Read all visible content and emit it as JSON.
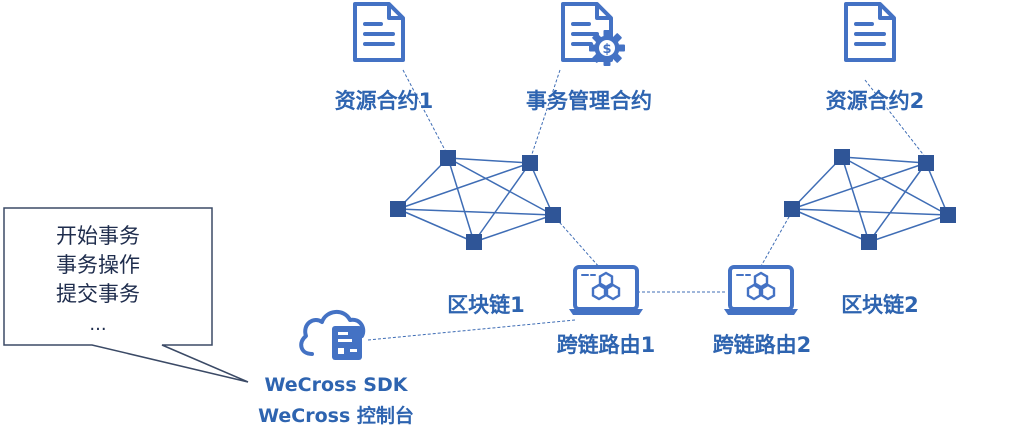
{
  "contracts": {
    "resource1": "资源合约1",
    "tx_manager": "事务管理合约",
    "resource2": "资源合约2"
  },
  "chains": {
    "chain1": "区块链1",
    "chain2": "区块链2"
  },
  "routers": {
    "router1": "跨链路由1",
    "router2": "跨链路由2"
  },
  "sdk": {
    "line1": "WeCross SDK",
    "line2": "WeCross 控制台"
  },
  "bubble": {
    "lines": [
      "开始事务",
      "事务操作",
      "提交事务",
      "..."
    ]
  },
  "colors": {
    "accent": "#2E64B0",
    "icon": "#4472C4",
    "node": "#2F5597",
    "line": "#3F6DB5",
    "bubble_border": "#3B4A66"
  },
  "icons": {
    "contract": "document-icon",
    "tx_contract": "document-dollar-gear-icon",
    "router": "laptop-hexagon-icon",
    "sdk": "cloud-server-icon"
  }
}
